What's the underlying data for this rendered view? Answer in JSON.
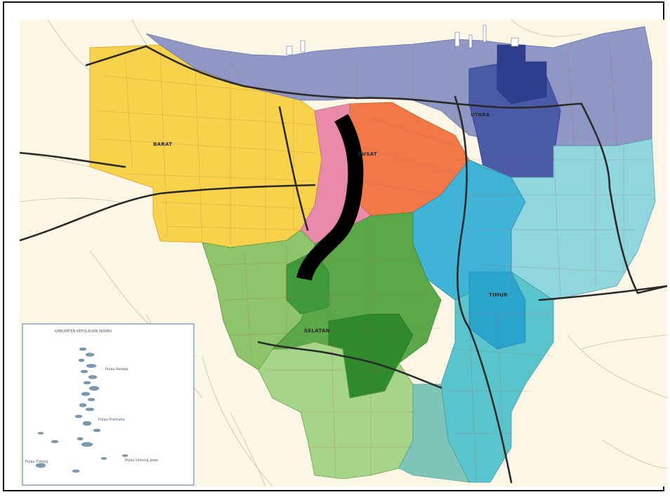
{
  "map": {
    "region_labels": {
      "barat": "BARAT",
      "utara": "UTARA",
      "pusat": "PUSAT",
      "selatan": "SELATAN",
      "timur": "TIMUR"
    },
    "inset": {
      "title": "KABUPATEN KEPULAUAN SERIBU",
      "islands": [
        "Pulau Kelapa",
        "Pulau Pramuka",
        "Pulau Untung Jawa",
        "Pulau Tidung"
      ]
    },
    "colors": {
      "barat": "#f7d24a",
      "utara_light": "#8f97c4",
      "utara_dark": "#4a5aa6",
      "utara_darkest": "#2f3f8e",
      "pusat_orange": "#f2784a",
      "pusat_pink": "#e98aa8",
      "selatan_light": "#8ec46a",
      "selatan_mid": "#5aa84a",
      "selatan_dark": "#2f8a2a",
      "timur_cyan": "#3fb4d6",
      "timur_light": "#8fd6de",
      "timur_teal": "#5ac4cc",
      "roads": "#3a3a3a",
      "river": "#000000",
      "background": "#fbf6e6"
    }
  }
}
